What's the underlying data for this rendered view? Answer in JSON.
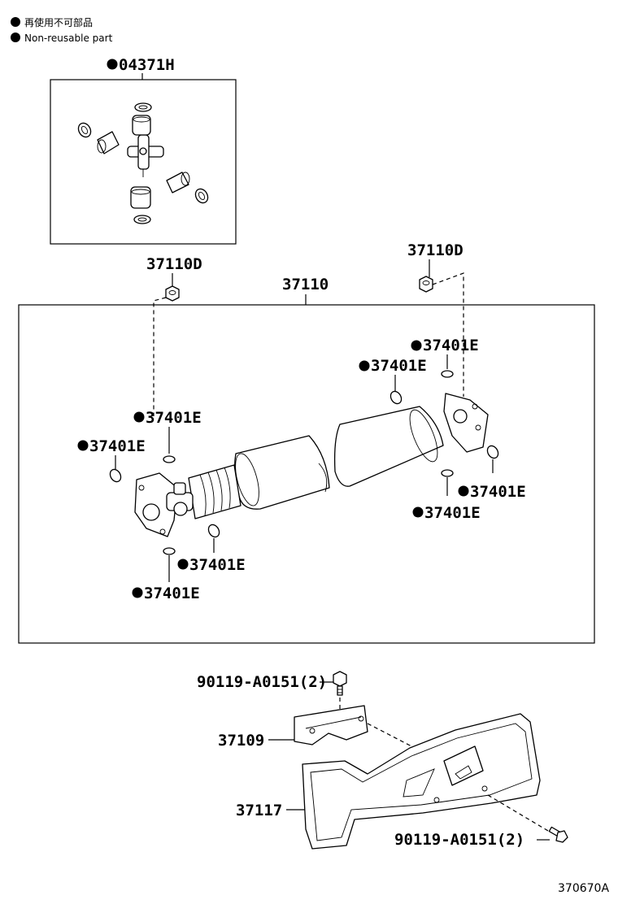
{
  "legend": {
    "line1": "再使用不可部品",
    "line2": "Non-reusable part"
  },
  "parts": {
    "spider_kit": "04371H",
    "shaft_assy": "37110",
    "nut_left": "37110D",
    "nut_right": "37110D",
    "snap_ring": "37401E",
    "bolt_top": "90119-A0151(2)",
    "bolt_bottom": "90119-A0151(2)",
    "heat_insulator": "37109",
    "protector": "37117"
  },
  "footer": {
    "diagram_id": "370670A"
  }
}
